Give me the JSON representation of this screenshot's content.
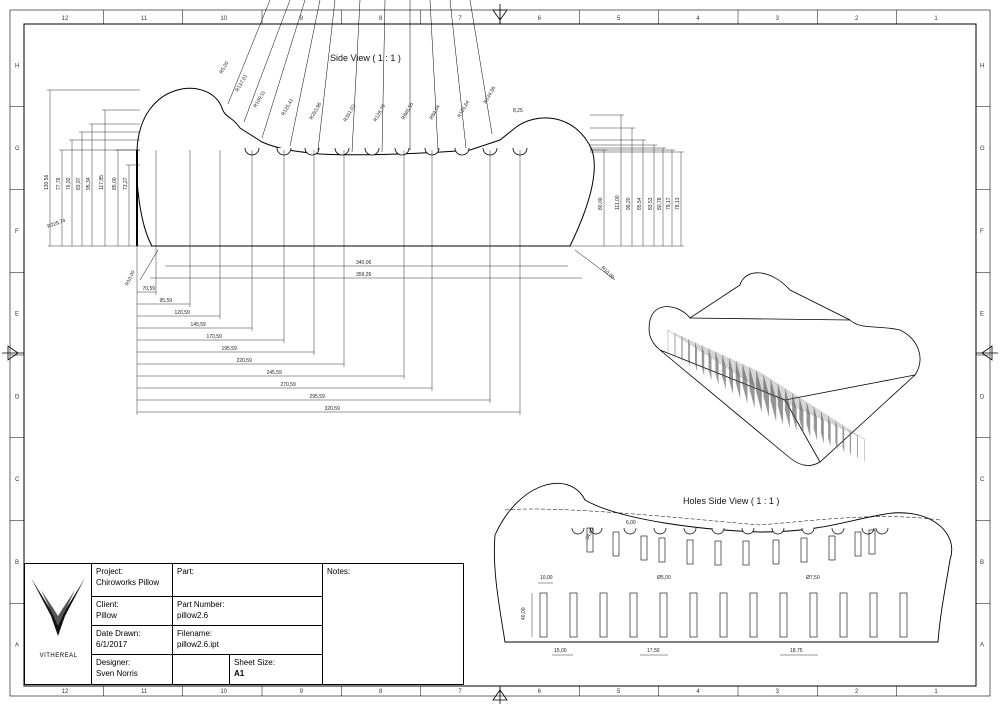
{
  "views": {
    "side_view_label": "Side View ( 1 : 1 )",
    "holes_view_label": "Holes Side View ( 1 : 1 )"
  },
  "border": {
    "top_numbers": [
      "12",
      "11",
      "10",
      "9",
      "8",
      "7",
      "6",
      "5",
      "4",
      "3",
      "2",
      "1"
    ],
    "bottom_numbers": [
      "12",
      "11",
      "10",
      "9",
      "8",
      "7",
      "6",
      "5",
      "4",
      "3",
      "2",
      "1"
    ],
    "side_letters": [
      "H",
      "G",
      "F",
      "E",
      "D",
      "C",
      "B",
      "A"
    ]
  },
  "side_view": {
    "radii_top": [
      "R5,00",
      "R137,01",
      "R109,11",
      "R125,41",
      "R253,96",
      "R351,03",
      "R128,79",
      "R865,55",
      "R84,04",
      "R105,64",
      "R134,36"
    ],
    "width_label": "8,25",
    "left_heights": [
      "130,56",
      "77,76",
      "76,92",
      "83,97",
      "95,34",
      "117,85",
      "85,00",
      "73,27"
    ],
    "left_radius": "R229,74",
    "right_heights": [
      "80,00",
      "111,00",
      "99,20",
      "85,54",
      "83,53",
      "80,78",
      "79,17",
      "78,13"
    ],
    "corner_radius_left": "R10,00",
    "corner_radius_right": "R10,00",
    "overall": [
      "340,06",
      "359,26"
    ],
    "positions": [
      "70,59",
      "95,59",
      "120,59",
      "145,59",
      "170,59",
      "195,59",
      "220,59",
      "245,59",
      "270,59",
      "295,59",
      "320,59"
    ]
  },
  "holes_view": {
    "dims": [
      "34,89",
      "6,00",
      "10,00",
      "Ø5,00",
      "Ø7,50",
      "40,00",
      "15,00",
      "17,50",
      "18,75"
    ]
  },
  "title_block": {
    "logo_text": "VITHEREAL",
    "project_label": "Project:",
    "project_value": "Chiroworks Pillow",
    "part_label": "Part:",
    "part_value": "",
    "notes_label": "Notes:",
    "client_label": "Client:",
    "client_value": "Pillow",
    "part_number_label": "Part Number:",
    "part_number_value": "pillow2.6",
    "date_label": "Date Drawn:",
    "date_value": "6/1/2017",
    "filename_label": "Filename:",
    "filename_value": "pillow2.6.ipt",
    "designer_label": "Designer:",
    "designer_value": "Sven Norris",
    "sheet_size_label": "Sheet Size:",
    "sheet_size_value": "A1"
  }
}
